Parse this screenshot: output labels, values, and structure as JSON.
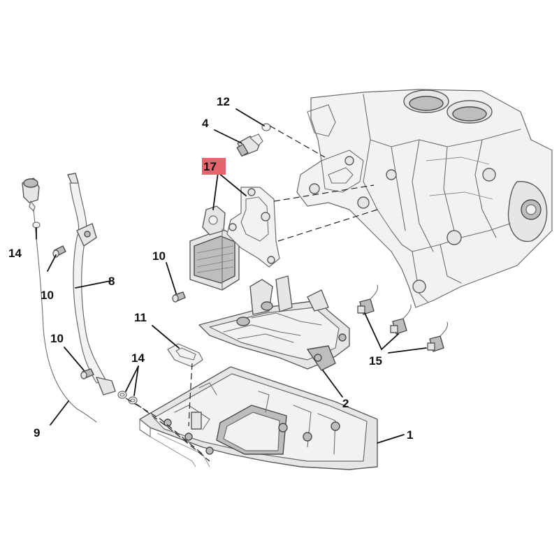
{
  "diagram": {
    "callouts": {
      "c1": "1",
      "c2": "2",
      "c4": "4",
      "c8": "8",
      "c9": "9",
      "c10a": "10",
      "c10b": "10",
      "c10c": "10",
      "c11": "11",
      "c12": "12",
      "c14a": "14",
      "c14b": "14",
      "c15": "15",
      "c17": "17"
    },
    "highlight_color": "#e8636d"
  }
}
